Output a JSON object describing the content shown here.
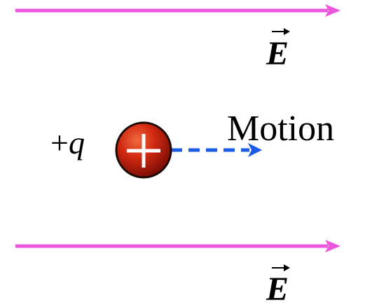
{
  "field": {
    "top_label": "E",
    "bottom_label": "E",
    "line_color": "#ee55dd"
  },
  "charge": {
    "label_sign": "+",
    "label_symbol": "q",
    "particle_symbol": "+",
    "fill_color": "#c41a0a",
    "outline_color": "#1a0a06"
  },
  "motion": {
    "label": "Motion",
    "arrow_color": "#1a5ce6"
  }
}
